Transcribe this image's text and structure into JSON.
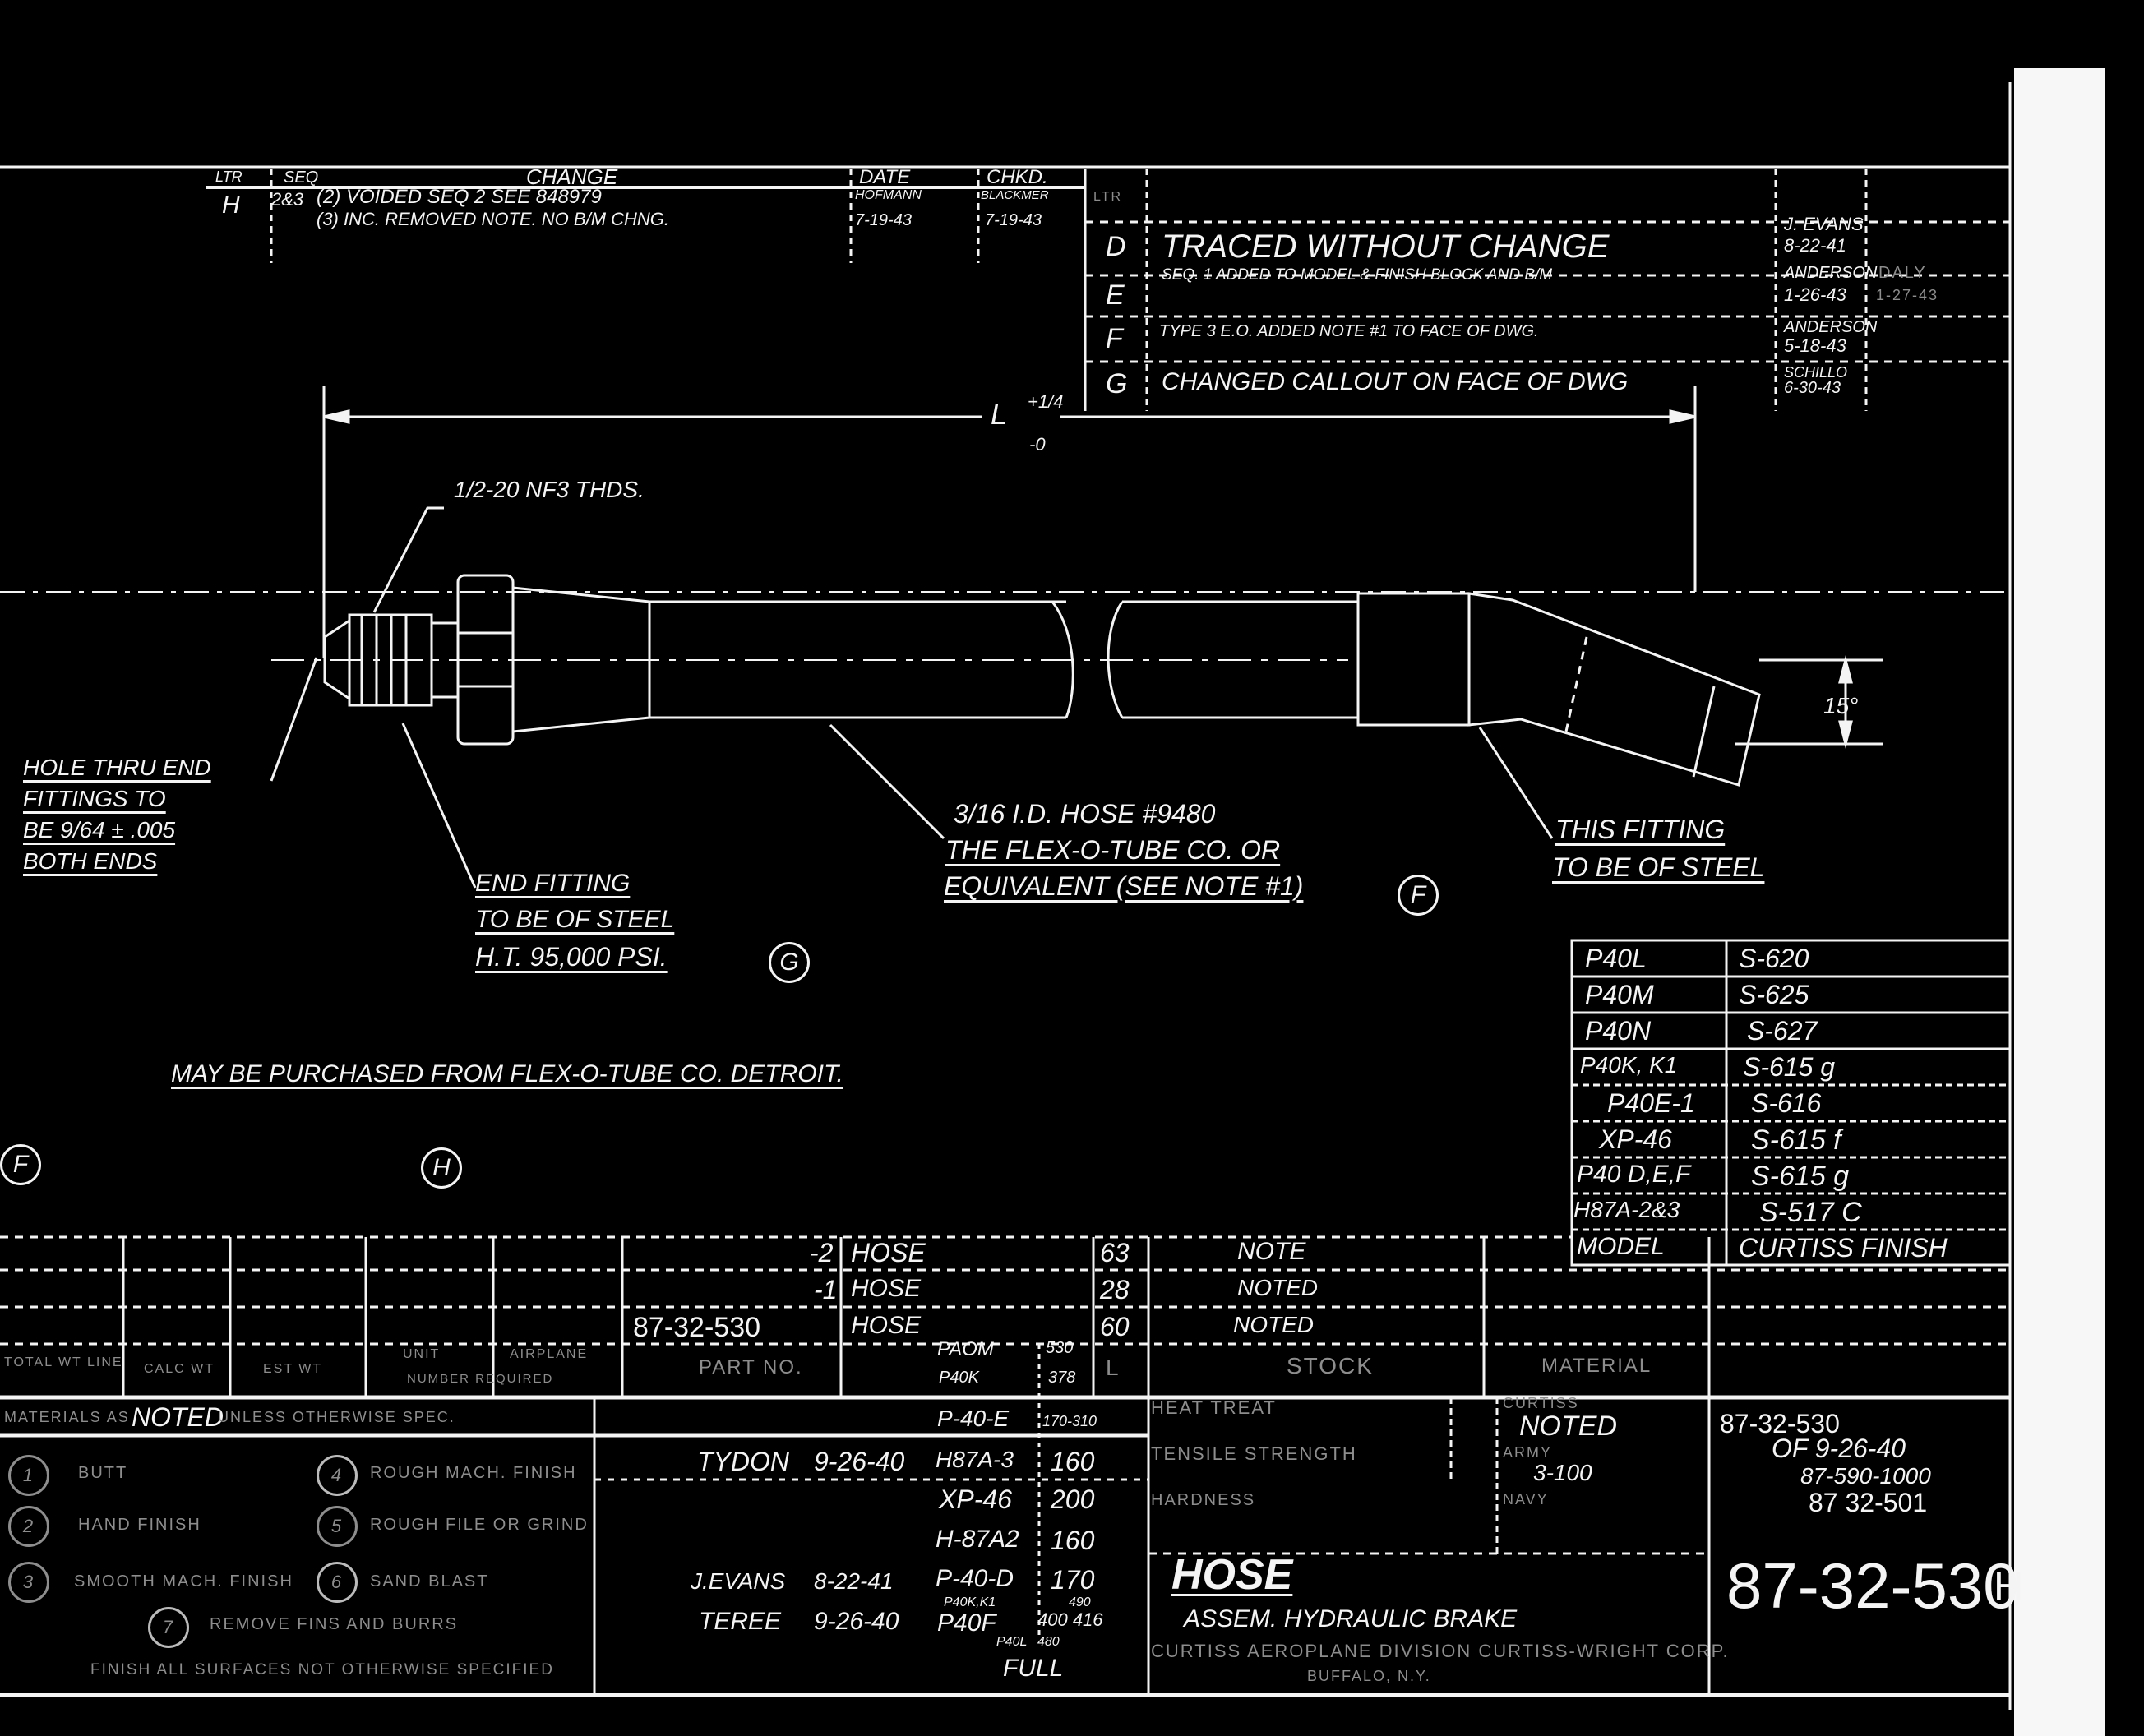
{
  "revision_left": {
    "headers": {
      "ltr": "LTR",
      "seq": "SEQ",
      "change": "CHANGE",
      "date": "DATE",
      "chkd": "CHKD."
    },
    "letter": "H",
    "seq": "2&3",
    "line1": "(2) VOIDED SEQ 2 SEE 848979",
    "line2": "(3) INC. REMOVED NOTE. NO B/M CHNG.",
    "by": "HOFMANN",
    "date": "7-19-43",
    "checker": "BLACKMER",
    "checker_date": "7-19-43",
    "ltr_col": "LTR"
  },
  "revisions": [
    {
      "letter": "D",
      "text": "TRACED WITHOUT CHANGE",
      "by": "J. EVANS",
      "date": "8-22-41",
      "chk": "",
      "chk_date": ""
    },
    {
      "letter": "E",
      "text": "SEQ. 1 ADDED TO MODEL & FINISH BLOCK AND B/M",
      "by": "ANDERSON",
      "date": "1-26-43",
      "chk": "DALY",
      "chk_date": "1-27-43"
    },
    {
      "letter": "F",
      "text": "TYPE 3 E.O. ADDED NOTE #1 TO FACE OF DWG.",
      "by": "ANDERSON",
      "date": "5-18-43",
      "chk": "",
      "chk_date": ""
    },
    {
      "letter": "G",
      "text": "CHANGED CALLOUT ON FACE OF DWG",
      "by": "SCHILLO",
      "date": "6-30-43",
      "chk": "",
      "chk_date": ""
    }
  ],
  "drawing": {
    "dimension_l": "L",
    "tol_plus": "+1/4",
    "tol_minus": "-0",
    "thread": "1/2-20 NF3 THDS.",
    "angle": "15°",
    "hole_note": [
      "HOLE THRU END",
      "FITTINGS TO",
      "BE 9/64 ± .005",
      "BOTH ENDS"
    ],
    "hose_note": [
      "3/16 I.D. HOSE #9480",
      "THE FLEX-O-TUBE CO. OR",
      "EQUIVALENT (SEE NOTE #1)"
    ],
    "hose_note_ref": "F",
    "end_fitting_note": [
      "END FITTING",
      "TO BE OF STEEL",
      "H.T. 95,000 PSI."
    ],
    "end_fitting_ref": "G",
    "this_fitting_note": [
      "THIS FITTING",
      "TO BE OF STEEL"
    ],
    "purchase_note": "MAY BE PURCHASED FROM FLEX-O-TUBE CO. DETROIT.",
    "zone_f": "F",
    "zone_h": "H"
  },
  "model_finish": {
    "rows": [
      {
        "model": "P40L",
        "finish": "S-620"
      },
      {
        "model": "P40M",
        "finish": "S-625"
      },
      {
        "model": "P40N",
        "finish": "S-627"
      },
      {
        "model": "P40K, K1",
        "finish": "S-615 g"
      },
      {
        "model": "P40E-1",
        "finish": "S-616"
      },
      {
        "model": "XP-46",
        "finish": "S-615 f"
      },
      {
        "model": "P40 D,E,F",
        "finish": "S-615 g"
      },
      {
        "model": "H87A-2&3",
        "finish": "S-517 C"
      }
    ],
    "header_model": "MODEL",
    "header_finish": "CURTISS FINISH"
  },
  "bom": {
    "rows": [
      {
        "part": "-2",
        "name": "HOSE",
        "l": "63",
        "stock": "NOTE"
      },
      {
        "part": "-1",
        "name": "HOSE",
        "l": "28",
        "stock": "NOTED"
      },
      {
        "part": "87-32-530",
        "name": "HOSE",
        "l": "60",
        "stock": "NOTED"
      }
    ],
    "headers": {
      "total_wt": "TOTAL WT LINE",
      "calc_wt": "CALC WT",
      "est_wt": "EST WT",
      "unit": "UNIT",
      "airplane": "AIRPLANE",
      "number_required": "NUMBER REQUIRED",
      "part_no": "PART NO.",
      "l": "L",
      "stock": "STOCK",
      "material": "MATERIAL"
    }
  },
  "finish_legend": {
    "materials_prefix": "MATERIALS AS",
    "materials_value": "NOTED",
    "materials_suffix": "UNLESS OTHERWISE SPEC.",
    "items": [
      {
        "num": "1",
        "label": "BUTT"
      },
      {
        "num": "4",
        "label": "ROUGH MACH. FINISH"
      },
      {
        "num": "2",
        "label": "HAND FINISH"
      },
      {
        "num": "5",
        "label": "ROUGH FILE OR GRIND"
      },
      {
        "num": "3",
        "label": "SMOOTH MACH. FINISH"
      },
      {
        "num": "6",
        "label": "SAND BLAST"
      },
      {
        "num": "7",
        "label": "REMOVE FINS AND BURRS"
      }
    ],
    "footer": "FINISH ALL SURFACES NOT OTHERWISE SPECIFIED"
  },
  "signoffs": [
    {
      "name": "TYDON",
      "date": "9-26-40"
    },
    {
      "name": "J.EVANS",
      "date": "8-22-41"
    },
    {
      "name": "TEREE",
      "date": "9-26-40"
    }
  ],
  "lengths": [
    {
      "model": "PAOM",
      "l": "530"
    },
    {
      "model": "P40K",
      "l": "378"
    },
    {
      "model": "P-40-E",
      "l": "170-310"
    },
    {
      "model": "H87A-3",
      "l": "160"
    },
    {
      "model": "XP-46",
      "l": "200"
    },
    {
      "model": "H-87A2",
      "l": "160"
    },
    {
      "model": "P-40-D",
      "l": "170"
    },
    {
      "model": "P40K,K1",
      "l": "490"
    },
    {
      "model": "P40F",
      "l": "400 416"
    },
    {
      "model": "P40L",
      "l": "480"
    },
    {
      "model": "",
      "l": "FULL"
    }
  ],
  "specs": {
    "heat_treat": "HEAT TREAT",
    "tensile": "TENSILE STRENGTH",
    "hardness": "HARDNESS",
    "curtiss_label": "CURTISS",
    "curtiss_value": "NOTED",
    "army_label": "ARMY",
    "army_value": "3-100",
    "navy_label": "NAVY"
  },
  "reference": {
    "line1": "87-32-530",
    "line2": "OF 9-26-40",
    "line3": "87-590-1000",
    "line4": "87 32-501"
  },
  "title_block": {
    "title": "HOSE",
    "subtitle": "ASSEM. HYDRAULIC BRAKE",
    "company": "CURTISS AEROPLANE DIVISION CURTISS-WRIGHT CORP.",
    "city": "BUFFALO, N.Y.",
    "drawing_number": "87-32-530",
    "rev": "H"
  },
  "colors": {
    "background": "#000000",
    "ink": "#f4f4f4",
    "faint": "#8d8d8d"
  }
}
